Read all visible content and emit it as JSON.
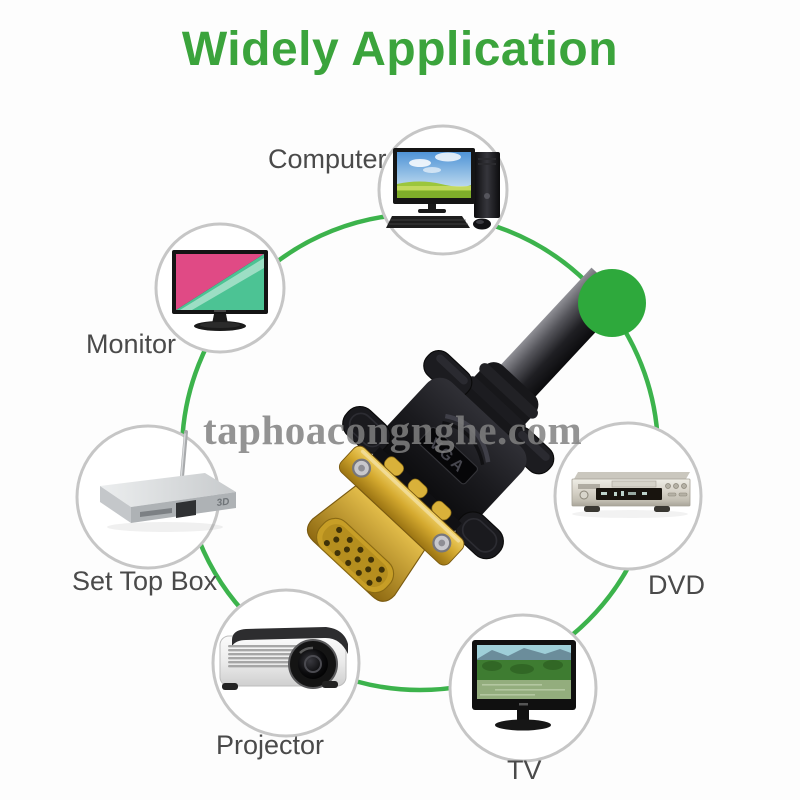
{
  "title": "Widely Application",
  "watermark": "taphoacongnghe.com",
  "product": {
    "name": "vga-cable-connector",
    "embossed_label": "VGA"
  },
  "devices": [
    {
      "id": "computer",
      "label": "Computer"
    },
    {
      "id": "monitor",
      "label": "Monitor"
    },
    {
      "id": "set-top-box",
      "label": "Set Top Box"
    },
    {
      "id": "projector",
      "label": "Projector"
    },
    {
      "id": "tv",
      "label": "TV"
    },
    {
      "id": "dvd",
      "label": "DVD"
    }
  ],
  "colors": {
    "title_green": "#3ba43c",
    "circle_green": "#3cb34c",
    "dot_green": "#2ea93c",
    "label_gray": "#4a4a4a",
    "watermark_gray": "#808080",
    "node_border_gray": "#c6c6c6",
    "connector_gold": "#cda32e",
    "connector_black": "#151518"
  }
}
